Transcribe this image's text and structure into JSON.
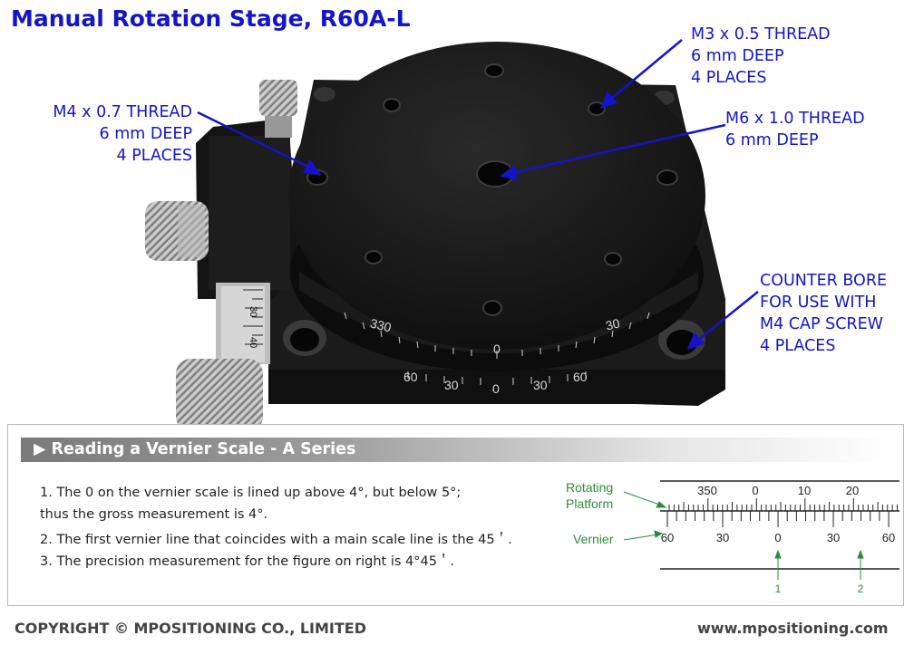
{
  "title": "Manual Rotation Stage, R60A-L",
  "callouts": {
    "m4": [
      "M4 x 0.7 THREAD",
      "6 mm DEEP",
      "4 PLACES"
    ],
    "m3": [
      "M3 x 0.5 THREAD",
      "6 mm DEEP",
      "4 PLACES"
    ],
    "m6": [
      "M6 x 1.0 THREAD",
      "6 mm DEEP"
    ],
    "bore": [
      "COUNTER BORE",
      "FOR USE WITH",
      "M4 CAP SCREW",
      "4 PLACES"
    ]
  },
  "dial_labels": {
    "upper": [
      "330",
      "0",
      "30"
    ],
    "lower": [
      "60",
      "30",
      "0",
      "30",
      "60"
    ]
  },
  "micrometer_labels": [
    "30",
    "40"
  ],
  "vernier_section": {
    "heading": "▶ Reading a Vernier Scale - A Series",
    "steps": [
      "1. The 0 on the vernier scale is lined up above 4°, but below 5°;",
      "thus the gross measurement is 4°.",
      "2. The first vernier line that coincides with a main scale line is the 45＇.",
      "3. The precision measurement for the figure on right is 4°45＇."
    ],
    "diagram": {
      "label_platform": [
        "Rotating",
        "Platform"
      ],
      "label_vernier": "Vernier",
      "main_scale_numbers": [
        "350",
        "0",
        "10",
        "20"
      ],
      "vernier_numbers": [
        "60",
        "30",
        "0",
        "30",
        "60"
      ],
      "marker_labels": [
        "1",
        "2"
      ]
    }
  },
  "footer": {
    "copyright": "COPYRIGHT © MPOSITIONING CO., LIMITED",
    "website": "www.mpositioning.com"
  },
  "colors": {
    "annotation": "#1414c8",
    "diagram_green": "#2e8b3e",
    "stage_black": "#1a1a1a"
  }
}
